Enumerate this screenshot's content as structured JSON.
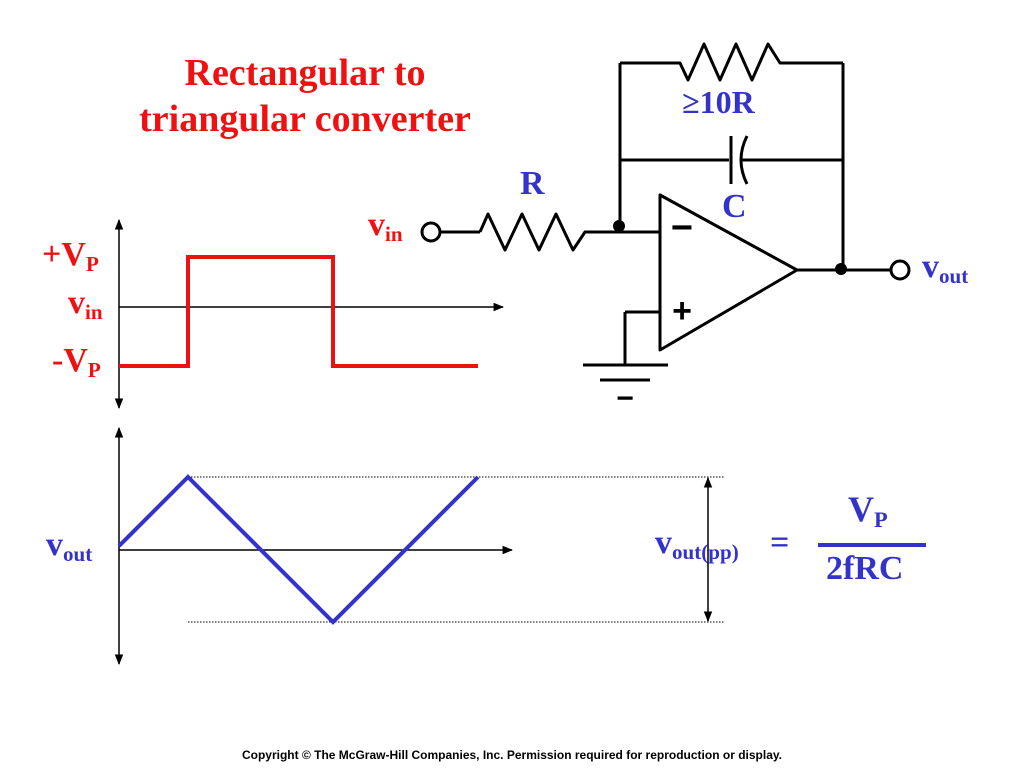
{
  "title": {
    "line1": "Rectangular to",
    "line2": "triangular converter"
  },
  "circuit": {
    "feedback_resistor_label": "≥10R",
    "input_resistor_label": "R",
    "capacitor_label": "C",
    "input_terminal": {
      "main": "v",
      "sub": "in"
    },
    "output_terminal": {
      "main": "v",
      "sub": "out"
    },
    "inverting_input_sign": "−",
    "noninverting_input_sign": "+",
    "ground_sign": "−"
  },
  "input_waveform": {
    "upper_level": {
      "main": "+V",
      "sub": "P"
    },
    "axis_label": {
      "main": "v",
      "sub": "in"
    },
    "lower_level": {
      "main": "-V",
      "sub": "P"
    },
    "colors": {
      "trace": "#ee1111"
    }
  },
  "output_waveform": {
    "axis_label": {
      "main": "v",
      "sub": "out"
    },
    "colors": {
      "trace": "#3333cc"
    }
  },
  "formula": {
    "lhs": {
      "main": "v",
      "sub": "out(pp)"
    },
    "equals": "=",
    "numerator": {
      "main": "V",
      "sub": "P"
    },
    "denominator": "2fRC"
  },
  "footer": {
    "copyright": "Copyright © The McGraw-Hill Companies, Inc. Permission required for reproduction or display."
  }
}
